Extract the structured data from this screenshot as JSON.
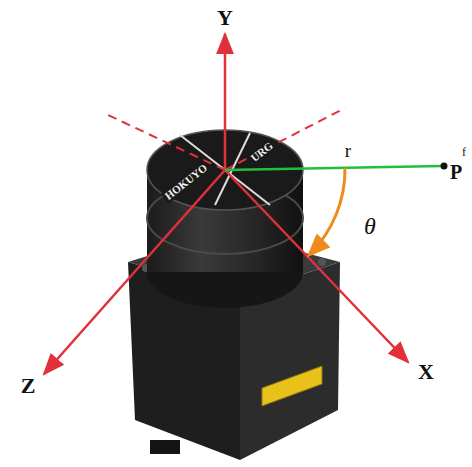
{
  "diagram": {
    "labels": [
      "Y",
      "HOKUYO",
      "URG",
      "r",
      "P",
      "f",
      "θ",
      "Z",
      "X"
    ]
  }
}
